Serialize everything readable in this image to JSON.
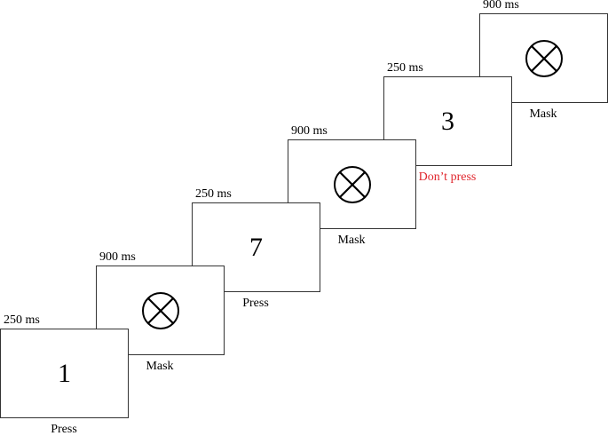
{
  "colors": {
    "frame": "#333333",
    "text": "#000000",
    "no_go": "#e0262d"
  },
  "trials": [
    {
      "duration": "250 ms",
      "stimulus": "1",
      "stimulus_type": "digit",
      "response": "Press",
      "response_color": "#000000"
    },
    {
      "duration": "900 ms",
      "stimulus": "",
      "stimulus_type": "mask-icon",
      "response": "Mask",
      "response_color": "#000000"
    },
    {
      "duration": "250 ms",
      "stimulus": "7",
      "stimulus_type": "digit",
      "response": "Press",
      "response_color": "#000000"
    },
    {
      "duration": "900 ms",
      "stimulus": "",
      "stimulus_type": "mask-icon",
      "response": "Mask",
      "response_color": "#000000"
    },
    {
      "duration": "250 ms",
      "stimulus": "3",
      "stimulus_type": "digit",
      "response": "Don’t press",
      "response_color": "#e0262d"
    },
    {
      "duration": "900 ms",
      "stimulus": "",
      "stimulus_type": "mask-icon",
      "response": "Mask",
      "response_color": "#000000"
    }
  ]
}
